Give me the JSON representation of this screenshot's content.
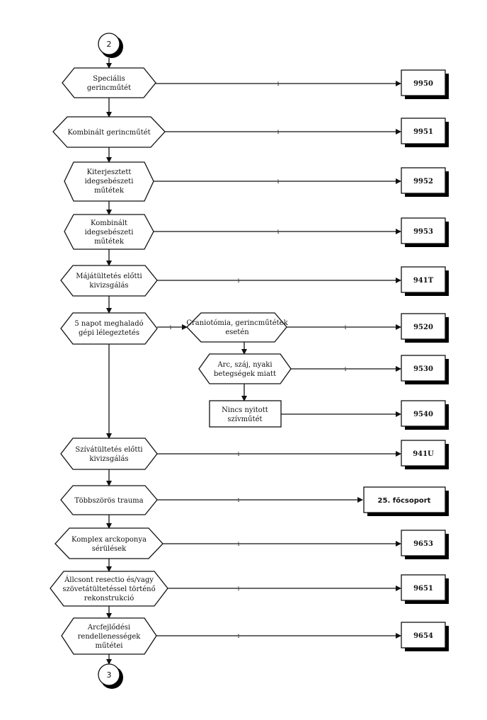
{
  "connectors": {
    "start": "2",
    "end": "3"
  },
  "branch_label": "i",
  "decisions": [
    {
      "lines": [
        "Speciális",
        "gerincműtét"
      ]
    },
    {
      "lines": [
        "Kombinált gerincműtét"
      ]
    },
    {
      "lines": [
        "Kiterjesztett",
        "idegsebészeti",
        "műtétek"
      ]
    },
    {
      "lines": [
        "Kombinált",
        "idegsebészeti",
        "műtétek"
      ]
    },
    {
      "lines": [
        "Májátültetés előtti",
        "kivizsgálás"
      ]
    },
    {
      "lines": [
        "5 napot meghaladó",
        "gépi lélegeztetés"
      ]
    },
    {
      "lines": [
        "Craniotómia, gerincműtétek",
        "esetén"
      ]
    },
    {
      "lines": [
        "Arc, száj, nyaki",
        "betegségek miatt"
      ]
    },
    {
      "lines": [
        "Nincs nyitott",
        "szívműtét"
      ]
    },
    {
      "lines": [
        "Szívátültetés előtti",
        "kivizsgálás"
      ]
    },
    {
      "lines": [
        "Többszörös trauma"
      ]
    },
    {
      "lines": [
        "Komplex arckoponya",
        "sérülések"
      ]
    },
    {
      "lines": [
        "Állcsont resectio és/vagy",
        "szövetátültetéssel történő",
        "rekonstrukció"
      ]
    },
    {
      "lines": [
        "Arcfejlődési",
        "rendellenességek",
        "műtétei"
      ]
    }
  ],
  "codes": [
    "9950",
    "9951",
    "9952",
    "9953",
    "941T",
    "9520",
    "9530",
    "9540",
    "941U",
    "25. főcsoport",
    "9653",
    "9651",
    "9654"
  ]
}
